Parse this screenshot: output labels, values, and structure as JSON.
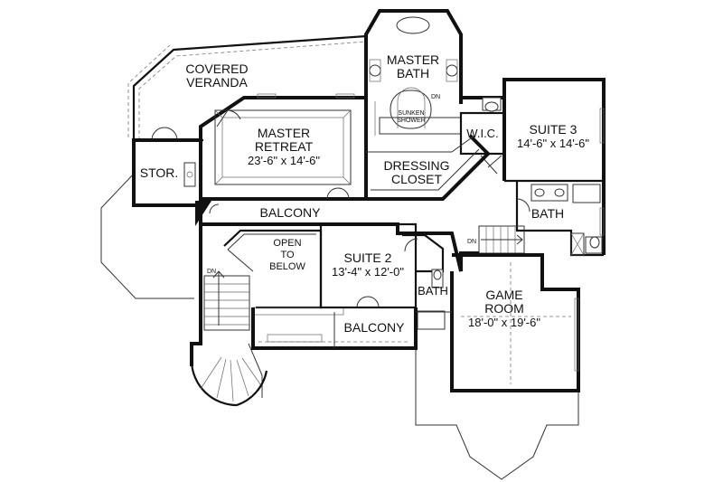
{
  "rooms": {
    "covered_veranda": [
      "COVERED",
      "VERANDA"
    ],
    "master_bath": [
      "MASTER",
      "BATH"
    ],
    "sunken_shower": [
      "SUNKEN",
      "SHOWER"
    ],
    "master_retreat": [
      "MASTER",
      "RETREAT",
      "23'-6\" x 14'-6\""
    ],
    "storage": "STOR.",
    "wic": "W.I.C.",
    "suite3": [
      "SUITE 3",
      "14'-6\" x 14'-6\""
    ],
    "dressing_closet": [
      "DRESSING",
      "CLOSET"
    ],
    "balcony_upper": "BALCONY",
    "bath_suite3": "BATH",
    "open_to_below": [
      "OPEN",
      "TO",
      "BELOW"
    ],
    "suite2": [
      "SUITE 2",
      "13'-4\" x 12'-0\""
    ],
    "bath_suite2": "BATH",
    "balcony_lower": "BALCONY",
    "game_room": [
      "GAME",
      "ROOM",
      "18'-0\" x 19'-6\""
    ]
  },
  "stair_labels": {
    "master_bath_dn": "DN",
    "upper_stair_dn": "DN",
    "main_stair_dn": "DN"
  }
}
